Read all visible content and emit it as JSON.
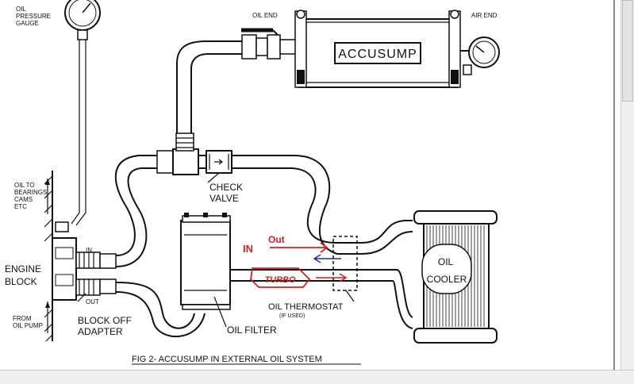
{
  "labels": {
    "oil_pressure_gauge": [
      "OIL",
      "PRESSURE",
      "GAUGE"
    ],
    "oil_end": "OIL END",
    "air_end": "AIR END",
    "accusump": "ACCUSUMP",
    "check_valve": [
      "CHECK",
      "VALVE"
    ],
    "oil_to_bearings": [
      "OIL TO",
      "BEARINGS",
      "CAMS",
      "ETC"
    ],
    "in_small": "IN",
    "out_small": "OUT",
    "engine_block": [
      "ENGINE",
      "BLOCK"
    ],
    "from_oil_pump": [
      "FROM",
      "OIL PUMP"
    ],
    "block_off_adapter": [
      "BLOCK OFF",
      "ADAPTER"
    ],
    "oil_filter": "OIL FILTER",
    "oil_thermostat": "OIL THERMOSTAT",
    "if_used": "(IF USED)",
    "oil_cooler": [
      "OIL",
      "COOLER"
    ],
    "figure_caption": "FIG 2- ACCUSUMP IN EXTERNAL OIL SYSTEM"
  },
  "annotations": {
    "in": "IN",
    "out": "Out",
    "turbo": "TURBO"
  },
  "colors": {
    "ink": "#111111",
    "annotation_red": "#d42020",
    "annotation_blue": "#1a2fb0"
  }
}
